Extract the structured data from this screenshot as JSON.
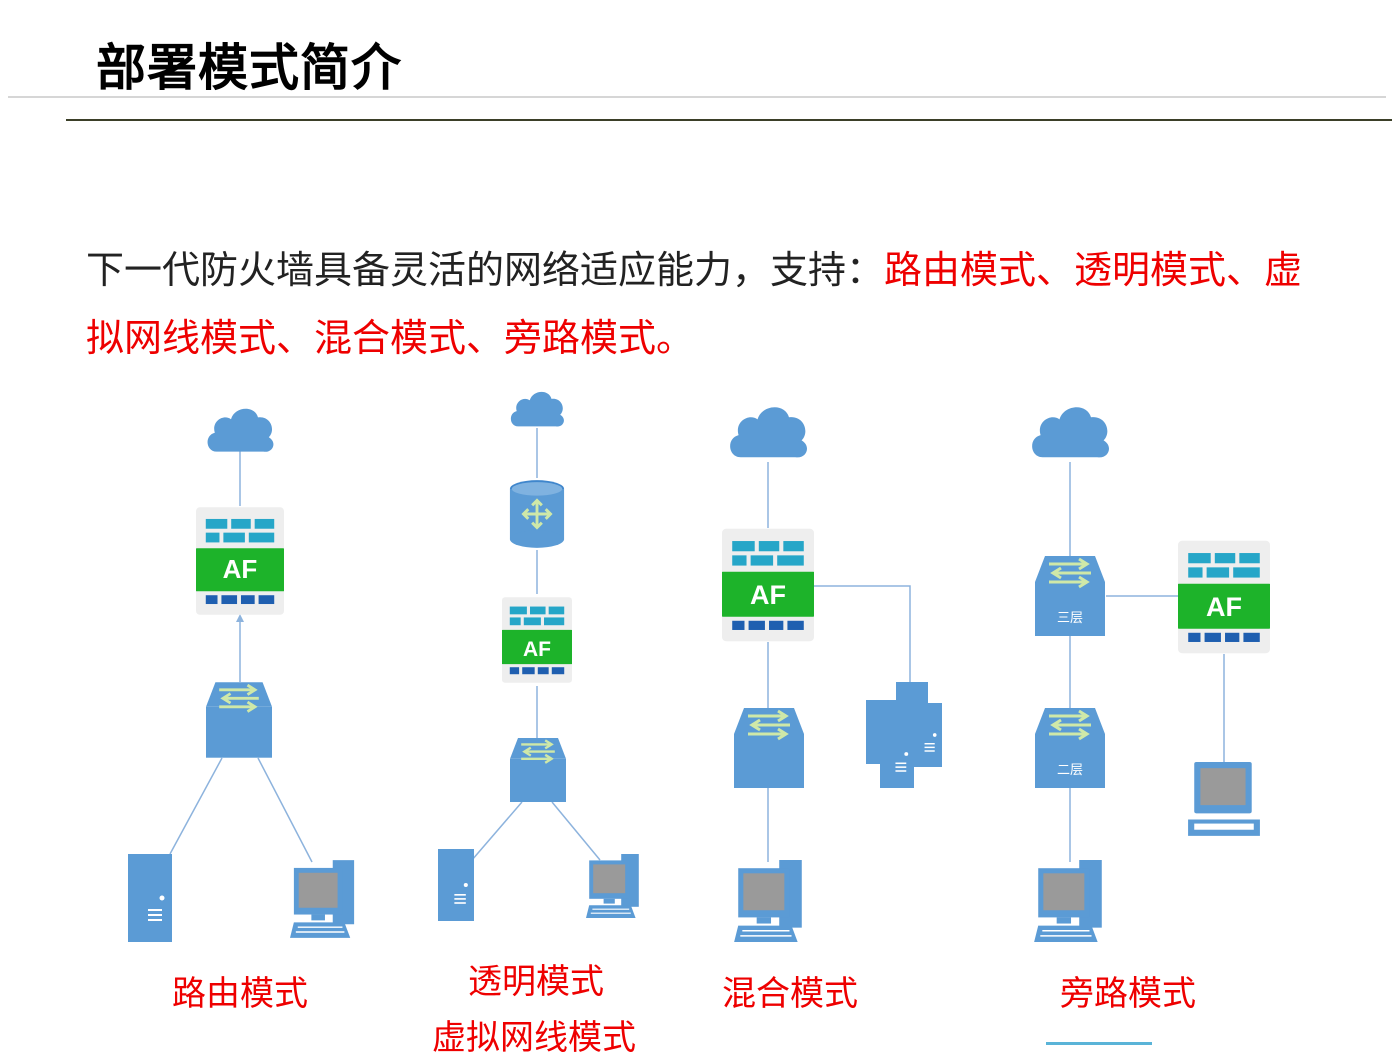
{
  "page": {
    "title": "部署模式简介",
    "intro_prefix": "下一代防火墙具备灵活的网络适应能力，支持：",
    "intro_highlight": "路由模式、透明模式、虚拟网线模式、混合模式、旁路模式。"
  },
  "diagrams": {
    "routing_label": "路由模式",
    "transparent_label_1": "透明模式",
    "transparent_label_2": "虚拟网线模式",
    "hybrid_label": "混合模式",
    "bypass_label": "旁路模式",
    "firewall_text": "AF",
    "l3_switch_text": "三层",
    "l2_switch_text": "二层"
  },
  "colors": {
    "accent_red": "#ee0000",
    "device_blue": "#5b9bd5",
    "firewall_green": "#1db32a",
    "line_blue": "#8db3dd"
  },
  "icons": [
    "cloud-icon",
    "firewall-icon",
    "router-icon",
    "switch-icon",
    "server-icon",
    "workstation-icon",
    "laptop-icon",
    "server-cluster-icon"
  ]
}
